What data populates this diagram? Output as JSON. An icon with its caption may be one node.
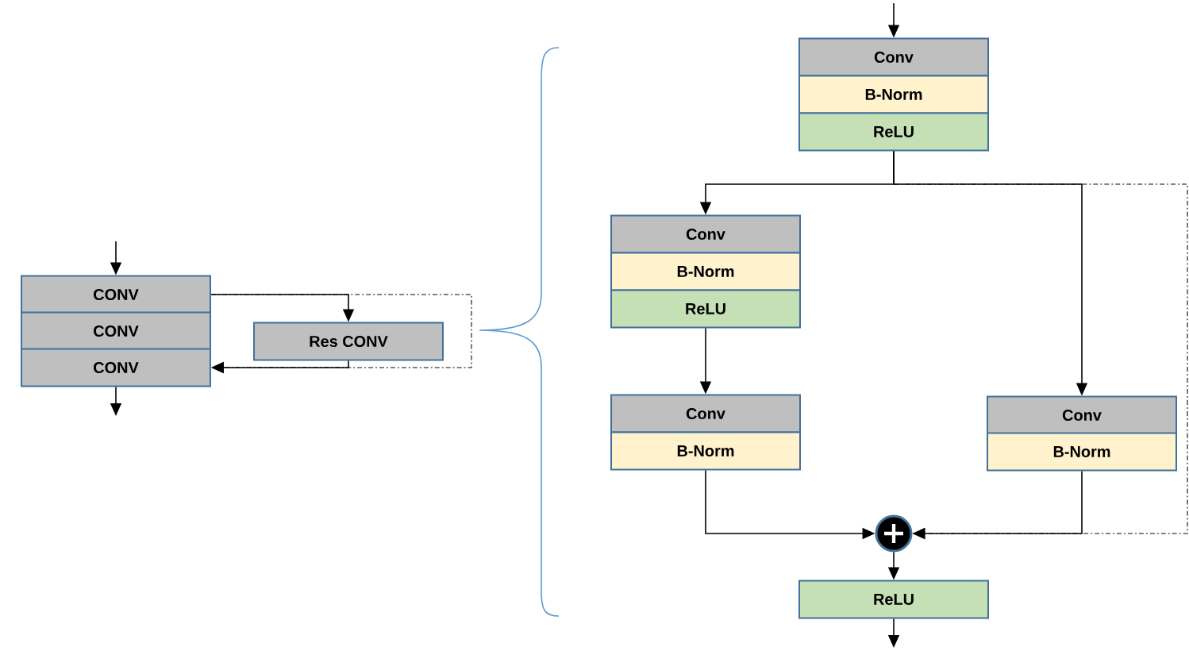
{
  "diagram": {
    "nodes": [
      {
        "text": [
          "CONV"
        ]
      },
      {
        "text": [
          "CONV"
        ]
      },
      {
        "text": [
          "CONV"
        ]
      },
      {
        "text": [
          "Res CONV"
        ]
      },
      {
        "text": [
          "Conv"
        ]
      },
      {
        "text": [
          "B-Norm"
        ]
      },
      {
        "text": [
          "ReLU"
        ]
      },
      {
        "text": [
          "Conv"
        ]
      },
      {
        "text": [
          "B-Norm"
        ]
      },
      {
        "text": [
          "ReLU"
        ]
      },
      {
        "text": [
          "Conv"
        ]
      },
      {
        "text": [
          "B-Norm"
        ]
      },
      {
        "text": [
          "Conv"
        ]
      },
      {
        "text": [
          "B-Norm"
        ]
      },
      {
        "text": [],
        "shape": "circle"
      },
      {
        "text": [
          "ReLU"
        ]
      }
    ],
    "edges": [
      {
        "from": null,
        "to": 0,
        "arrow": "to"
      },
      {
        "from": 0,
        "to": 3,
        "arrow": "to"
      },
      {
        "from": 3,
        "to": 2,
        "arrow": "to"
      },
      {
        "from": 0,
        "to": 2,
        "arrow": "to",
        "style": "dashed"
      },
      {
        "from": 2,
        "to": null,
        "arrow": "to"
      },
      {
        "from": null,
        "to": 4,
        "arrow": "to"
      },
      {
        "from": 6,
        "to": 7,
        "arrow": "to"
      },
      {
        "from": 6,
        "to": 12,
        "arrow": "to"
      },
      {
        "from": 6,
        "to": 14,
        "arrow": "to",
        "style": "dashed"
      },
      {
        "from": 9,
        "to": 10,
        "arrow": "to"
      },
      {
        "from": 11,
        "to": 14,
        "arrow": "to"
      },
      {
        "from": 13,
        "to": 14,
        "arrow": "to"
      },
      {
        "from": 14,
        "to": 15,
        "arrow": "to"
      },
      {
        "from": 15,
        "to": null,
        "arrow": "to"
      }
    ]
  }
}
